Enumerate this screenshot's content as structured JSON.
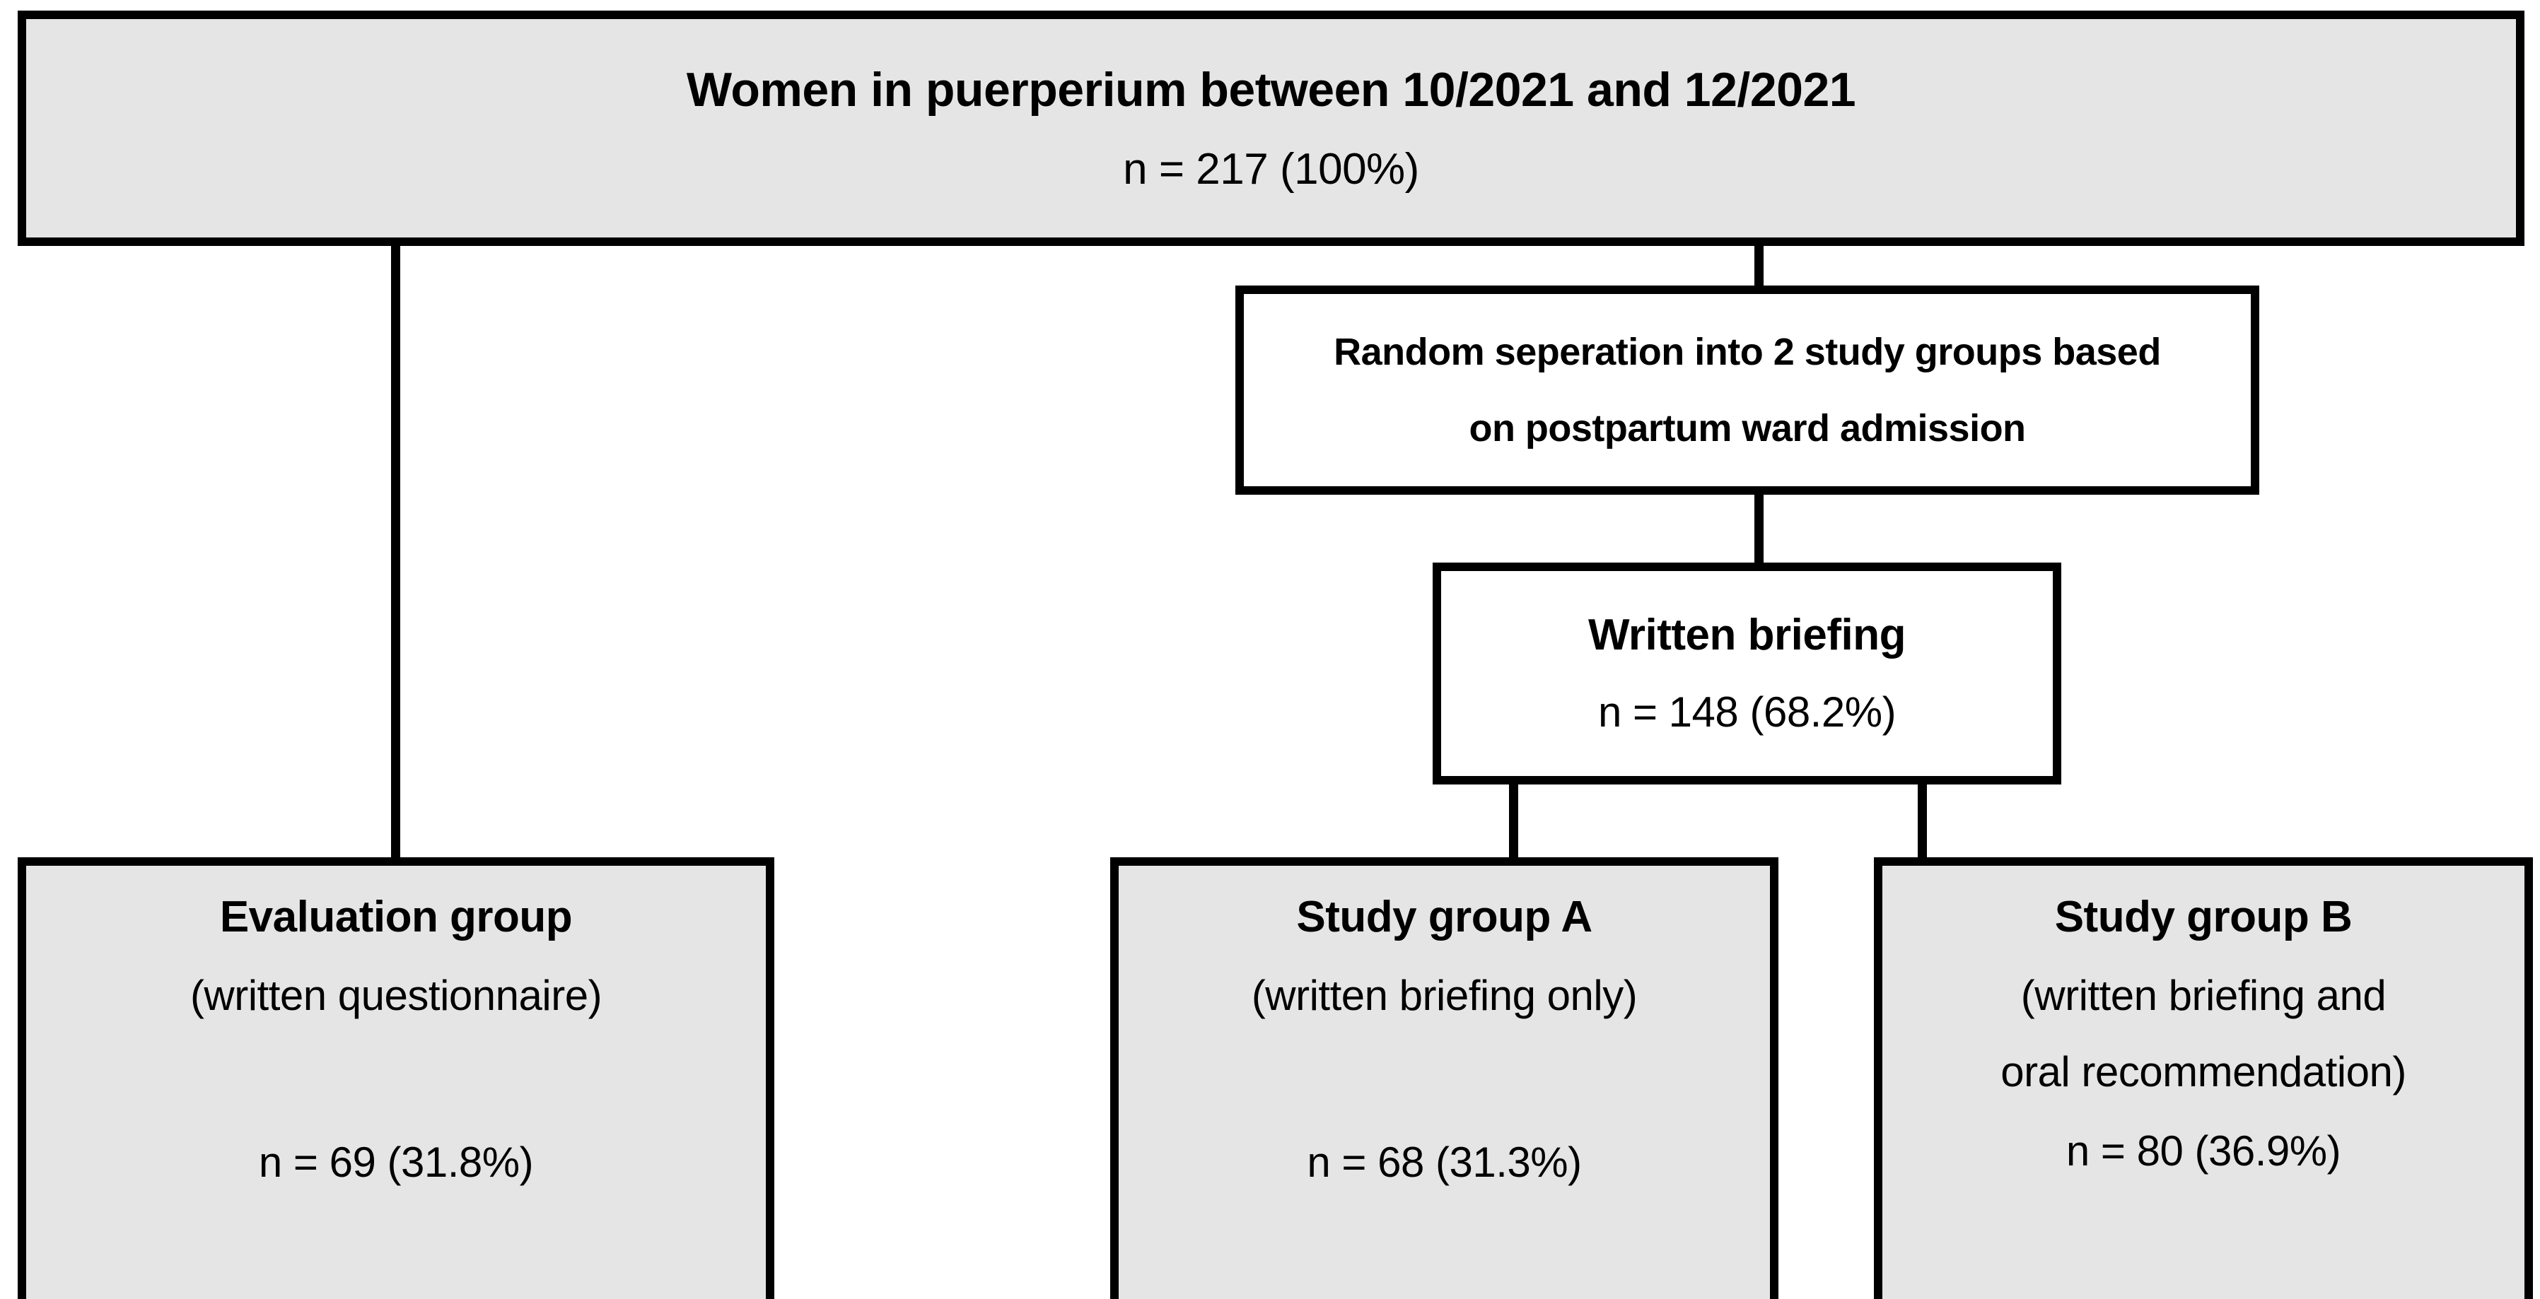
{
  "chart_data": {
    "type": "flowchart",
    "title": "Women in puerperium between 10/2021 and 12/2021",
    "total_n": 217,
    "nodes": [
      {
        "id": "header",
        "label": "Women in puerperium between 10/2021 and 12/2021",
        "n": 217,
        "percent": "100%",
        "n_text": "n = 217 (100%)",
        "fill": "#e5e5e5"
      },
      {
        "id": "random",
        "label": "Random seperation into 2 study groups based on postpartum ward admission",
        "fill": "#ffffff"
      },
      {
        "id": "written",
        "label": "Written briefing",
        "n": 148,
        "percent": "68.2%",
        "n_text": "n = 148 (68.2%)",
        "fill": "#ffffff"
      },
      {
        "id": "eval",
        "label": "Evaluation group",
        "sub": "(written questionnaire)",
        "n": 69,
        "percent": "31.8%",
        "n_text": "n = 69 (31.8%)",
        "fill": "#e5e5e5"
      },
      {
        "id": "groupa",
        "label": "Study group A",
        "sub": "(written briefing only)",
        "n": 68,
        "percent": "31.3%",
        "n_text": "n = 68 (31.3%)",
        "fill": "#e5e5e5"
      },
      {
        "id": "groupb",
        "label": "Study group B",
        "sub": "(written briefing and oral recommendation)",
        "n": 80,
        "percent": "36.9%",
        "n_text": "n = 80 (36.9%)",
        "fill": "#e5e5e5"
      }
    ],
    "edges": [
      {
        "from": "header",
        "to": "eval"
      },
      {
        "from": "header",
        "to": "random"
      },
      {
        "from": "random",
        "to": "written"
      },
      {
        "from": "written",
        "to": "groupa"
      },
      {
        "from": "written",
        "to": "groupb"
      }
    ]
  },
  "colors": {
    "box_fill_gray": "#e5e5e5",
    "box_fill_white": "#ffffff",
    "border": "#000000",
    "text": "#000000",
    "background": "#ffffff"
  },
  "header": {
    "title": "Women in puerperium between 10/2021 and 12/2021",
    "count": "n = 217 (100%)"
  },
  "randomization": {
    "line1": "Random seperation into 2 study groups based",
    "line2": "on postpartum ward admission"
  },
  "written_briefing": {
    "title": "Written briefing",
    "count": "n = 148 (68.2%)"
  },
  "evaluation_group": {
    "title": "Evaluation group",
    "subtitle": "(written questionnaire)",
    "count": "n = 69 (31.8%)"
  },
  "study_group_a": {
    "title": "Study group A",
    "subtitle": "(written briefing only)",
    "count": "n = 68 (31.3%)"
  },
  "study_group_b": {
    "title": "Study group B",
    "subtitle_line1": "(written briefing and",
    "subtitle_line2": "oral recommendation)",
    "count": "n = 80 (36.9%)"
  }
}
